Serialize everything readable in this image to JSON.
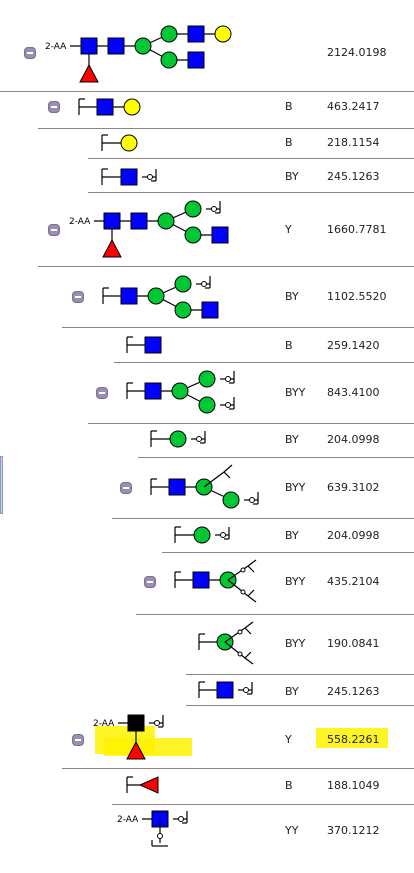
{
  "root_label": "2-AA",
  "rows": [
    {
      "type": "",
      "mass": "2124.0198",
      "reducing_label": "2-AA"
    },
    {
      "type": "B",
      "mass": "463.2417"
    },
    {
      "type": "B",
      "mass": "218.1154"
    },
    {
      "type": "BY",
      "mass": "245.1263"
    },
    {
      "type": "Y",
      "mass": "1660.7781",
      "reducing_label": "2-AA"
    },
    {
      "type": "BY",
      "mass": "1102.5520"
    },
    {
      "type": "B",
      "mass": "259.1420"
    },
    {
      "type": "BYY",
      "mass": "843.4100"
    },
    {
      "type": "BY",
      "mass": "204.0998"
    },
    {
      "type": "BYY",
      "mass": "639.3102"
    },
    {
      "type": "BY",
      "mass": "204.0998"
    },
    {
      "type": "BYY",
      "mass": "435.2104"
    },
    {
      "type": "BYY",
      "mass": "190.0841"
    },
    {
      "type": "BY",
      "mass": "245.1263"
    },
    {
      "type": "Y",
      "mass": "558.2261",
      "reducing_label": "2-AA",
      "highlighted": true
    },
    {
      "type": "B",
      "mass": "188.1049"
    },
    {
      "type": "YY",
      "mass": "370.1212",
      "reducing_label": "2-AA"
    }
  ],
  "icons": {
    "collapse": "collapse-minus-icon",
    "hexnac": "blue-square-glcnac-icon",
    "hexose_man": "green-circle-mannose-icon",
    "hexose_gal": "yellow-circle-galactose-icon",
    "fucose": "red-triangle-fucose-icon",
    "cleavage": "cross-ring-cleavage-icon"
  },
  "colors": {
    "glcnac": "#0000ff",
    "mannose": "#00c832",
    "galactose": "#ffff00",
    "fucose": "#ff0000",
    "highlight": "#fff200",
    "collapse_btn": "#9a8fb0"
  }
}
